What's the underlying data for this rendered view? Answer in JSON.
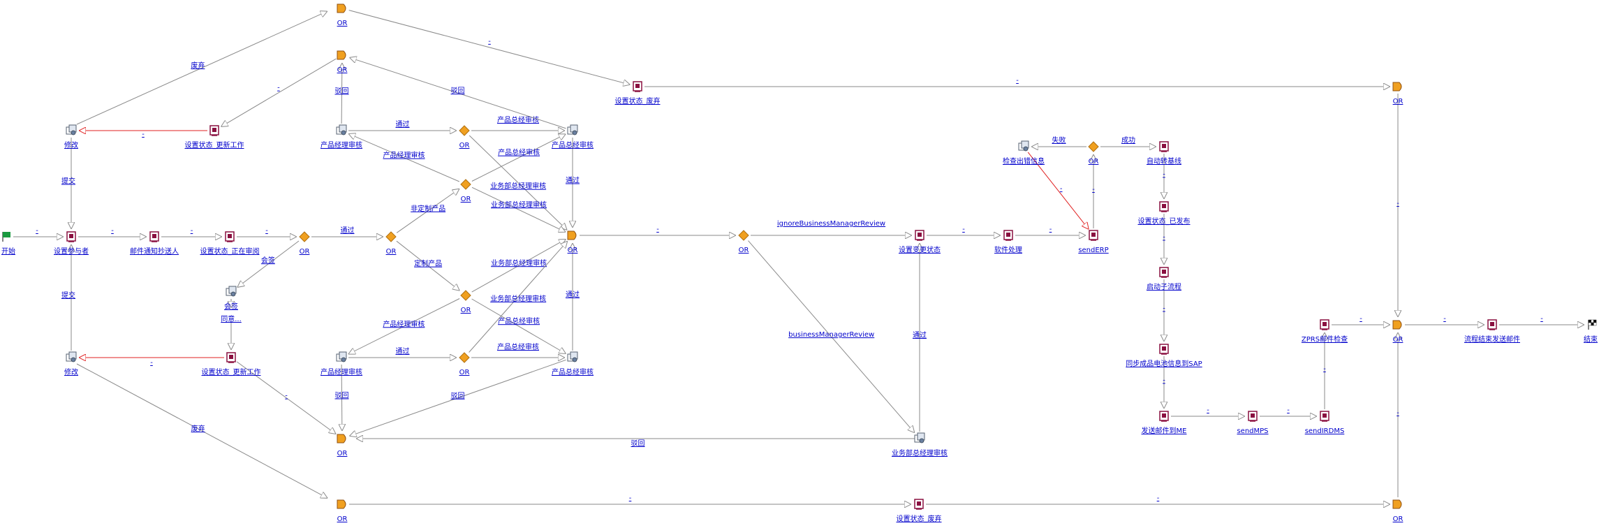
{
  "colors": {
    "label": "#0000cc",
    "edge": "#8a8a8a",
    "edge_error": "#e02020",
    "gateway": "#f0a020",
    "task": "#8a1040",
    "or_node": "#f0a020",
    "user_task": "#6a80a0"
  },
  "nodes": [
    {
      "id": "start",
      "type": "start",
      "label": "开始"
    },
    {
      "id": "set_participant",
      "type": "task",
      "label": "设置参与者"
    },
    {
      "id": "email_cc",
      "type": "task",
      "label": "邮件通知抄送人"
    },
    {
      "id": "set_reviewing",
      "type": "task",
      "label": "设置状态_正在审阅"
    },
    {
      "id": "or_main",
      "type": "gateway",
      "label": "OR"
    },
    {
      "id": "or_pass",
      "type": "gateway",
      "label": "OR"
    },
    {
      "id": "modify_top",
      "type": "user",
      "label": "修改"
    },
    {
      "id": "modify_bot",
      "type": "user",
      "label": "修改"
    },
    {
      "id": "set_update_top",
      "type": "task",
      "label": "设置状态_更新工作"
    },
    {
      "id": "set_update_bot",
      "type": "task",
      "label": "设置状态_更新工作"
    },
    {
      "id": "sign",
      "type": "user",
      "label": "会签"
    },
    {
      "id": "agree",
      "type": "plain",
      "label": "同意..."
    },
    {
      "id": "or_top1",
      "type": "or",
      "label": "OR"
    },
    {
      "id": "or_top2",
      "type": "or",
      "label": "OR"
    },
    {
      "id": "pm_review_top",
      "type": "user",
      "label": "产品经理审核"
    },
    {
      "id": "pm_review_bot",
      "type": "user",
      "label": "产品经理审核"
    },
    {
      "id": "g_top1",
      "type": "gateway",
      "label": "OR"
    },
    {
      "id": "g_top2",
      "type": "gateway",
      "label": "OR"
    },
    {
      "id": "g_bot1",
      "type": "gateway",
      "label": "OR"
    },
    {
      "id": "g_bot2",
      "type": "gateway",
      "label": "OR"
    },
    {
      "id": "pgm_review_top",
      "type": "user",
      "label": "产品总经审核"
    },
    {
      "id": "pgm_review_bot",
      "type": "user",
      "label": "产品总经审核"
    },
    {
      "id": "or_center",
      "type": "or",
      "label": "OR"
    },
    {
      "id": "or_bot_left",
      "type": "or",
      "label": "OR"
    },
    {
      "id": "or_bottom",
      "type": "or",
      "label": "OR"
    },
    {
      "id": "set_abandon_top",
      "type": "task",
      "label": "设置状态_废弃"
    },
    {
      "id": "set_abandon_bot",
      "type": "task",
      "label": "设置状态_废弃"
    },
    {
      "id": "g_biz",
      "type": "gateway",
      "label": "OR"
    },
    {
      "id": "set_changed",
      "type": "task",
      "label": "设置变更状态"
    },
    {
      "id": "biz_review",
      "type": "user",
      "label": "业务部总经理审核"
    },
    {
      "id": "file_proc",
      "type": "task",
      "label": "软件处理"
    },
    {
      "id": "send_erp",
      "type": "task",
      "label": "sendERP"
    },
    {
      "id": "g_erp",
      "type": "gateway",
      "label": "OR"
    },
    {
      "id": "check_error",
      "type": "user",
      "label": "检查出错信息"
    },
    {
      "id": "auto_baseline",
      "type": "task",
      "label": "自动转基线"
    },
    {
      "id": "set_released",
      "type": "task",
      "label": "设置状态_已发布"
    },
    {
      "id": "start_subflow",
      "type": "task",
      "label": "启动子流程"
    },
    {
      "id": "sync_sap",
      "type": "task",
      "label": "同步成品电池信息到SAP"
    },
    {
      "id": "send_me",
      "type": "task",
      "label": "发送邮件到ME"
    },
    {
      "id": "send_mps",
      "type": "task",
      "label": "sendMPS"
    },
    {
      "id": "send_irdms",
      "type": "task",
      "label": "sendIRDMS"
    },
    {
      "id": "zprs_mail",
      "type": "task",
      "label": "ZPRS邮件检查"
    },
    {
      "id": "or_right_top",
      "type": "or",
      "label": "OR"
    },
    {
      "id": "or_right_mid",
      "type": "or",
      "label": "OR"
    },
    {
      "id": "or_right_bot",
      "type": "or",
      "label": "OR"
    },
    {
      "id": "end_mail",
      "type": "task",
      "label": "流程结束发送邮件"
    },
    {
      "id": "end",
      "type": "end",
      "label": "结束"
    }
  ],
  "edges": [
    {
      "from": "start",
      "to": "set_participant",
      "label": "-"
    },
    {
      "from": "set_participant",
      "to": "email_cc",
      "label": "-"
    },
    {
      "from": "email_cc",
      "to": "set_reviewing",
      "label": "-"
    },
    {
      "from": "set_reviewing",
      "to": "or_main",
      "label": "-"
    },
    {
      "from": "or_main",
      "to": "or_pass",
      "label": "通过"
    },
    {
      "from": "or_main",
      "to": "sign",
      "label": "会签"
    },
    {
      "from": "sign",
      "to": "agree",
      "label": ""
    },
    {
      "from": "agree",
      "to": "set_update_bot",
      "label": ""
    },
    {
      "from": "modify_top",
      "to": "set_participant",
      "label": "提交"
    },
    {
      "from": "modify_bot",
      "to": "set_participant",
      "label": "提交"
    },
    {
      "from": "set_update_top",
      "to": "modify_top",
      "label": "-",
      "red": true
    },
    {
      "from": "set_update_bot",
      "to": "modify_bot",
      "label": "-",
      "red": true
    },
    {
      "from": "modify_top",
      "to": "or_top1",
      "label": "废弃"
    },
    {
      "from": "modify_bot",
      "to": "or_bottom",
      "label": "废弃"
    },
    {
      "from": "or_top2",
      "to": "set_update_top",
      "label": "-"
    },
    {
      "from": "set_update_bot",
      "to": "or_bot_left",
      "label": "-"
    },
    {
      "from": "or_top1",
      "to": "set_abandon_top",
      "label": "-"
    },
    {
      "from": "set_abandon_top",
      "to": "or_right_top",
      "label": "-"
    },
    {
      "from": "or_bottom",
      "to": "set_abandon_bot",
      "label": "-"
    },
    {
      "from": "set_abandon_bot",
      "to": "or_right_bot",
      "label": "-"
    },
    {
      "from": "or_pass",
      "to": "g_top2",
      "label": "非定制产品"
    },
    {
      "from": "or_pass",
      "to": "g_bot1",
      "label": "定制产品"
    },
    {
      "from": "pm_review_top",
      "to": "or_top2",
      "label": "驳回"
    },
    {
      "from": "pm_review_top",
      "to": "g_top1",
      "label": "通过"
    },
    {
      "from": "g_top1",
      "to": "pgm_review_top",
      "label": "产品总经审核"
    },
    {
      "from": "g_top1",
      "to": "or_center",
      "label": "业务部总经理审核"
    },
    {
      "from": "g_top2",
      "to": "pm_review_top",
      "label": "产品经理审核"
    },
    {
      "from": "g_top2",
      "to": "pgm_review_top",
      "label": "产品总经审核"
    },
    {
      "from": "g_top2",
      "to": "or_center",
      "label": "业务部总经理审核"
    },
    {
      "from": "pgm_review_top",
      "to": "or_top2",
      "label": "驳回"
    },
    {
      "from": "pgm_review_top",
      "to": "or_center",
      "label": "通过"
    },
    {
      "from": "g_bot1",
      "to": "pm_review_bot",
      "label": "产品经理审核"
    },
    {
      "from": "g_bot1",
      "to": "pgm_review_bot",
      "label": "产品总经审核"
    },
    {
      "from": "g_bot1",
      "to": "or_center",
      "label": "业务部总经理审核"
    },
    {
      "from": "pm_review_bot",
      "to": "g_bot2",
      "label": "通过"
    },
    {
      "from": "pm_review_bot",
      "to": "or_bot_left",
      "label": "驳回"
    },
    {
      "from": "g_bot2",
      "to": "pgm_review_bot",
      "label": "产品总经审核"
    },
    {
      "from": "g_bot2",
      "to": "or_center",
      "label": "业务部总经理审核"
    },
    {
      "from": "pgm_review_bot",
      "to": "or_center",
      "label": "通过"
    },
    {
      "from": "pgm_review_bot",
      "to": "or_bot_left",
      "label": "驳回"
    },
    {
      "from": "or_center",
      "to": "g_biz",
      "label": "-"
    },
    {
      "from": "g_biz",
      "to": "set_changed",
      "label": "ignoreBusinessManagerReview"
    },
    {
      "from": "g_biz",
      "to": "biz_review",
      "label": "businessManagerReview"
    },
    {
      "from": "biz_review",
      "to": "set_changed",
      "label": "通过"
    },
    {
      "from": "biz_review",
      "to": "or_bot_left",
      "label": "驳回"
    },
    {
      "from": "set_changed",
      "to": "file_proc",
      "label": "-"
    },
    {
      "from": "file_proc",
      "to": "send_erp",
      "label": "-"
    },
    {
      "from": "send_erp",
      "to": "g_erp",
      "label": "-"
    },
    {
      "from": "g_erp",
      "to": "check_error",
      "label": "失败"
    },
    {
      "from": "g_erp",
      "to": "auto_baseline",
      "label": "成功"
    },
    {
      "from": "check_error",
      "to": "send_erp",
      "label": "-",
      "red": true
    },
    {
      "from": "auto_baseline",
      "to": "set_released",
      "label": "-"
    },
    {
      "from": "set_released",
      "to": "start_subflow",
      "label": "-"
    },
    {
      "from": "start_subflow",
      "to": "sync_sap",
      "label": "-"
    },
    {
      "from": "sync_sap",
      "to": "send_me",
      "label": "-"
    },
    {
      "from": "send_me",
      "to": "send_mps",
      "label": "-"
    },
    {
      "from": "send_mps",
      "to": "send_irdms",
      "label": "-"
    },
    {
      "from": "send_irdms",
      "to": "zprs_mail",
      "label": "-"
    },
    {
      "from": "zprs_mail",
      "to": "or_right_mid",
      "label": "-"
    },
    {
      "from": "or_right_top",
      "to": "or_right_mid",
      "label": "-"
    },
    {
      "from": "or_right_bot",
      "to": "or_right_mid",
      "label": "-"
    },
    {
      "from": "or_right_mid",
      "to": "end_mail",
      "label": "-"
    },
    {
      "from": "end_mail",
      "to": "end",
      "label": "-"
    }
  ]
}
